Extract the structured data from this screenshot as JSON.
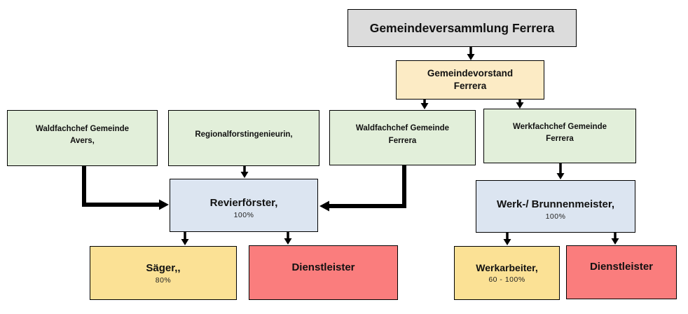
{
  "palette": {
    "border": "#000000",
    "arrow": "#000000",
    "gray": "#dcdcdc",
    "cream": "#fcebc5",
    "green": "#e2efda",
    "blue": "#dce5f1",
    "yellow": "#fbe195",
    "red": "#fa7d7d"
  },
  "nodes": {
    "gemeindeversammlung": {
      "title": "Gemeindeversammlung Ferrera",
      "fill": "#dcdcdc"
    },
    "gemeindevorstand": {
      "line1": "Gemeindevorstand",
      "line2": "Ferrera",
      "fill": "#fcebc5"
    },
    "waldfachchef_avers": {
      "line1": "Waldfachchef Gemeinde",
      "line2": "Avers,",
      "fill": "#e2efda"
    },
    "regionalforstingenieurin": {
      "line1": "Regionalforstingenieurin,",
      "fill": "#e2efda"
    },
    "waldfachchef_ferrera": {
      "line1": "Waldfachchef Gemeinde",
      "line2": "Ferrera",
      "fill": "#e2efda"
    },
    "werkfachchef_ferrera": {
      "line1": "Werkfachchef Gemeinde",
      "line2": "Ferrera",
      "fill": "#e2efda"
    },
    "revierfoerster": {
      "title": "Revierförster,",
      "percent": "100%",
      "fill": "#dce5f1"
    },
    "werk_brunnenmeister": {
      "title": "Werk-/ Brunnenmeister,",
      "percent": "100%",
      "fill": "#dce5f1"
    },
    "saeger": {
      "title": "Säger,,",
      "percent": "80%",
      "fill": "#fbe195"
    },
    "dienstleister_forst": {
      "title": "Dienstleister",
      "fill": "#fa7d7d"
    },
    "werkarbeiter": {
      "title": "Werkarbeiter,",
      "percent": "60 - 100%",
      "fill": "#fbe195"
    },
    "dienstleister_werk": {
      "title": "Dienstleister",
      "fill": "#fa7d7d"
    }
  }
}
